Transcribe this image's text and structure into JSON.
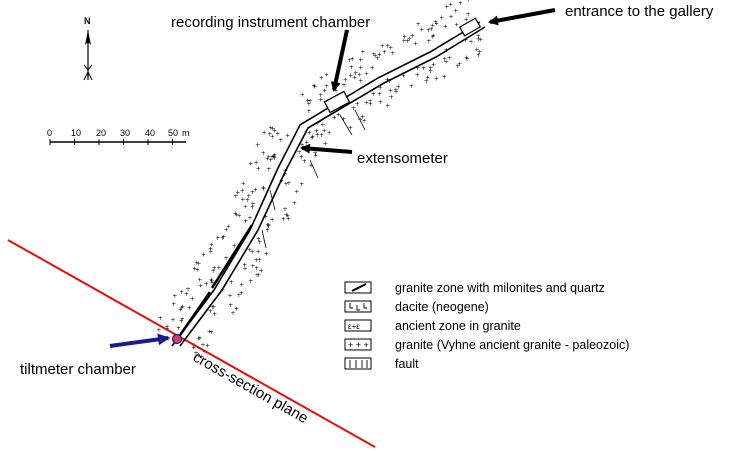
{
  "labels": {
    "entrance": "entrance to the gallery",
    "recording_chamber": "recording instrument chamber",
    "extensometer": "extensometer",
    "tiltmeter_chamber": "tiltmeter chamber",
    "cross_section": "cross-section plane"
  },
  "north_arrow": {
    "label": "N"
  },
  "scale_bar": {
    "ticks": [
      "0",
      "10",
      "20",
      "30",
      "40",
      "50"
    ],
    "unit": "m"
  },
  "legend": {
    "items": [
      {
        "label": "granite zone with milonites and quartz",
        "symbol": "diagonal-bars"
      },
      {
        "label": "dacite (neogene)",
        "symbol": "small-l-marks"
      },
      {
        "label": "ancient zone in granite",
        "symbol": "dots-and-marks"
      },
      {
        "label": "granite (Vyhne ancient granite - paleozoic)",
        "symbol": "plus-signs"
      },
      {
        "label": "fault",
        "symbol": "vertical-strokes"
      }
    ]
  },
  "colors": {
    "tiltmeter_label": "#1a1a8c",
    "tiltmeter_arrow": "#1a1a8c",
    "cross_section": "#e01010",
    "ink": "#000000"
  }
}
